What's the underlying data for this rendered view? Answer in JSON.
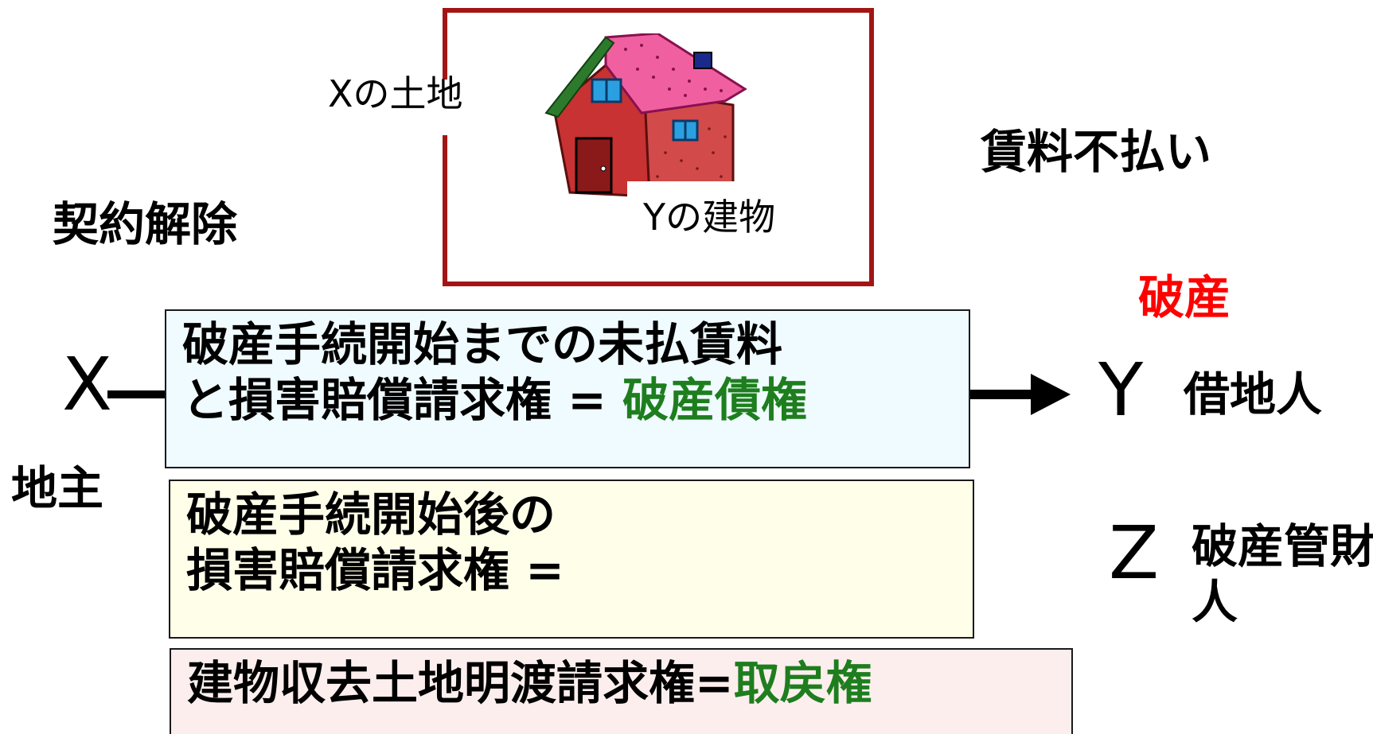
{
  "labels": {
    "land": "Xの土地",
    "building": "Yの建物",
    "cancel": "契約解除",
    "unpaid_rent": "賃料不払い",
    "bankruptcy": "破産"
  },
  "parties": {
    "x_letter": "X",
    "x_role": "地主",
    "y_letter": "Y",
    "y_role": "借地人",
    "z_letter": "Z",
    "z_role": "破産管財人"
  },
  "boxes": {
    "box1_line1": "破産手続開始までの未払賃料",
    "box1_line2_prefix": "と損害賠償請求権 = ",
    "box1_line2_highlight": "破産債権",
    "box2_line1": "破産手続開始後の",
    "box2_line2": "損害賠償請求権 =",
    "box3_prefix": "建物収去土地明渡請求権=",
    "box3_highlight": "取戻権"
  },
  "colors": {
    "frame": "#a31515",
    "bankruptcy_text": "#ff0000",
    "highlight_text": "#1e7e1e",
    "box1_bg": "#effbff",
    "box2_bg": "#fefee9",
    "box3_bg": "#fdeeee"
  },
  "icons": {
    "house": "house-icon",
    "arrow": "arrow-right"
  }
}
